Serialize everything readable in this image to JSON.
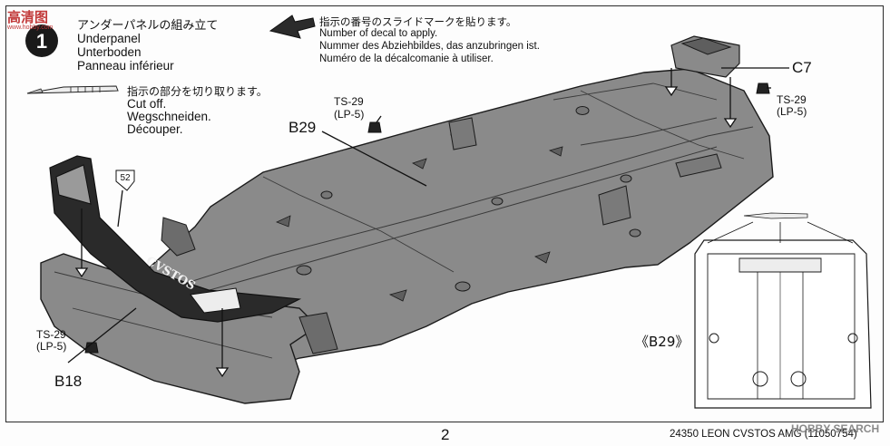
{
  "step": {
    "number": "1",
    "title_jp": "アンダーパネルの組み立て",
    "title_en": "Underpanel",
    "title_de": "Unterboden",
    "title_fr": "Panneau inférieur"
  },
  "decal_note": {
    "jp": "指示の番号のスライドマークを貼ります。",
    "en": "Number of decal to apply.",
    "de": "Nummer des Abziehbildes, das anzubringen ist.",
    "fr": "Numéro de la décalcomanie à utiliser."
  },
  "cut_note": {
    "jp": "指示の部分を切り取ります。",
    "en": "Cut off.",
    "de": "Wegschneiden.",
    "fr": "Découper."
  },
  "labels": {
    "b29": "B29",
    "c7": "C7",
    "b18": "B18",
    "ts29_a": "TS-29",
    "lp5_a": "(LP-5)",
    "ts29_b": "TS-29",
    "lp5_b": "(LP-5)",
    "ts29_c": "TS-29",
    "lp5_c": "(LP-5)",
    "decal_number": "52",
    "detail_label": "《B29》",
    "spoiler_text": "CVSTOS"
  },
  "footer": {
    "page_number": "2",
    "kit_info": "24350 LEON CVSTOS AMG (11050754)"
  },
  "watermark": {
    "top_left": "高清图",
    "top_left_sub": "www.hobby.com",
    "bottom_right": "HOBBY SEARCH"
  },
  "colors": {
    "part_gray": "#8a8a8a",
    "part_dark": "#5e5e5e",
    "line": "#1b1b1b",
    "watermark_red": "#c23a3a"
  }
}
